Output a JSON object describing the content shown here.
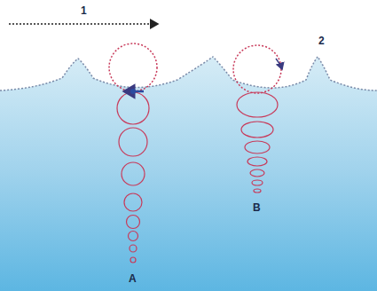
{
  "diagram": {
    "labels": [
      "1",
      "2",
      "A",
      "B"
    ]
  }
}
